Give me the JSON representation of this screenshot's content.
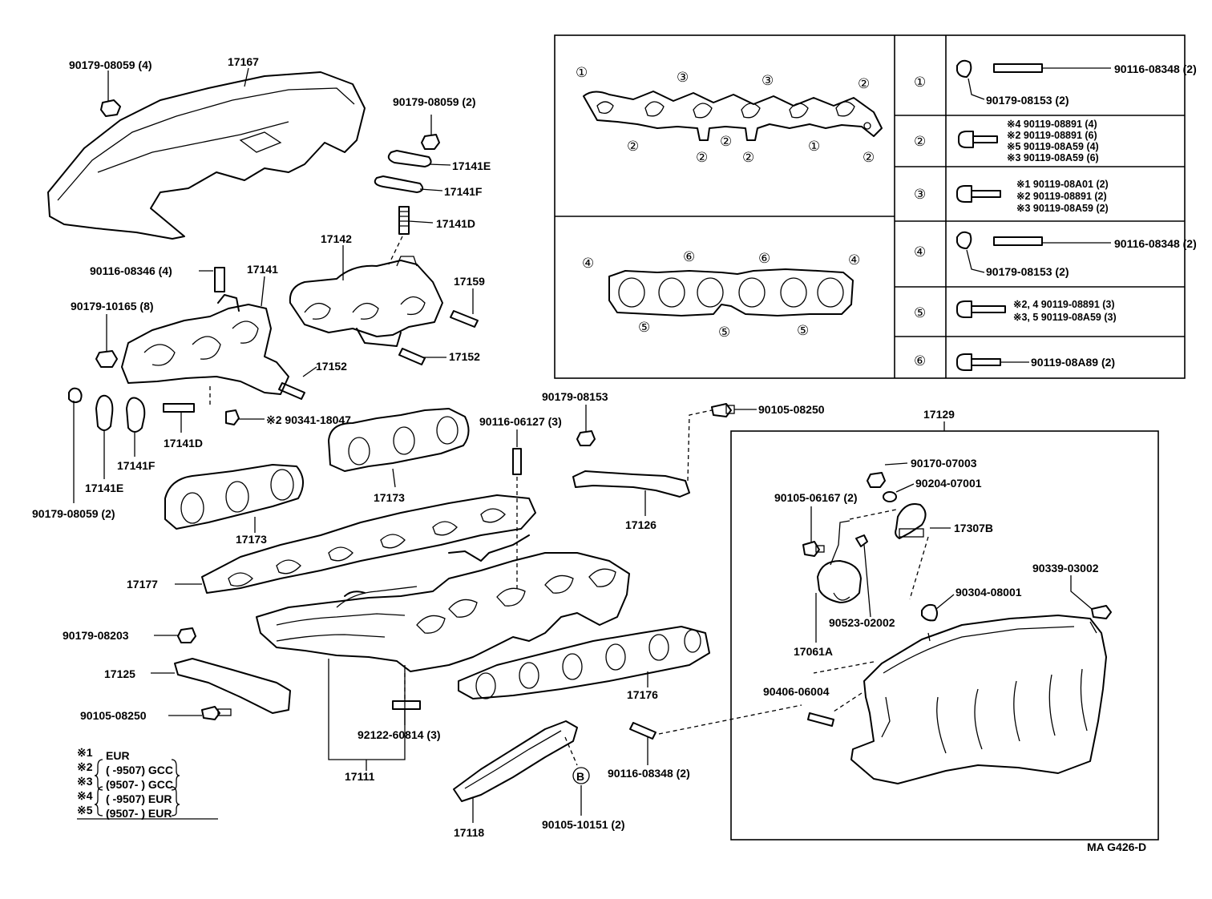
{
  "labels": {
    "p17167": "17167",
    "p90179_08059_4": "90179-08059 (4)",
    "p90179_08059_2a": "90179-08059 (2)",
    "p17141E_a": "17141E",
    "p17141F_a": "17141F",
    "p17141D_a": "17141D",
    "p17142": "17142",
    "p90116_08346": "90116-08346 (4)",
    "p17141": "17141",
    "p17159": "17159",
    "p90179_10165": "90179-10165 (8)",
    "p17152_a": "17152",
    "p17152_b": "17152",
    "p90341_18047": "※2 90341-18047",
    "p17141D_b": "17141D",
    "p17141F_b": "17141F",
    "p17141E_b": "17141E",
    "p90179_08059_2b": "90179-08059 (2)",
    "p90179_08153": "90179-08153",
    "p90116_06127": "90116-06127 (3)",
    "p90105_08250_a": "90105-08250",
    "p17129": "17129",
    "p17173_a": "17173",
    "p17173_b": "17173",
    "p17126": "17126",
    "p17177": "17177",
    "p90179_08203": "90179-08203",
    "p17125": "17125",
    "p90105_08250_b": "90105-08250",
    "p92122_60814": "92122-60814 (3)",
    "p17111": "17111",
    "p17176": "17176",
    "p17118": "17118",
    "p90105_10151": "90105-10151 (2)",
    "p90116_08348_b": "90116-08348 (2)",
    "p90170_07003": "90170-07003",
    "p90105_06167": "90105-06167 (2)",
    "p90204_07001": "90204-07001",
    "p17307B": "17307B",
    "p90339_03002": "90339-03002",
    "p90304_08001": "90304-08001",
    "p90523_02002": "90523-02002",
    "p17061A": "17061A",
    "p90406_06004": "90406-06004",
    "circleB": "B",
    "diagram_code": "MA G426-D"
  },
  "gasket_markers": {
    "upper": [
      "①",
      "③",
      "③",
      "②",
      "②",
      "②",
      "②",
      "②",
      "①",
      "②"
    ],
    "lower": [
      "④",
      "⑥",
      "⑥",
      "④",
      "⑤",
      "⑤",
      "⑤"
    ]
  },
  "fastener_table": {
    "rows": [
      {
        "key": "①",
        "lines": [
          "90116-08348 (2)",
          "90179-08153 (2)"
        ]
      },
      {
        "key": "②",
        "lines": [
          "※4  90119-08891 (4)",
          "※2  90119-08891 (6)",
          "※5  90119-08A59 (4)",
          "※3  90119-08A59 (6)"
        ]
      },
      {
        "key": "③",
        "lines": [
          "※1  90119-08A01 (2)",
          "※2  90119-08891 (2)",
          "※3  90119-08A59 (2)"
        ]
      },
      {
        "key": "④",
        "lines": [
          "90116-08348 (2)",
          "90179-08153 (2)"
        ]
      },
      {
        "key": "⑤",
        "lines": [
          "※2, 4  90119-08891 (3)",
          "※3, 5  90119-08A59 (3)"
        ]
      },
      {
        "key": "⑥",
        "lines": [
          "90119-08A89 (2)"
        ]
      }
    ]
  },
  "legend": [
    {
      "mark": "※1",
      "text": "EUR"
    },
    {
      "mark": "※2",
      "text": "(        -9507) GCC"
    },
    {
      "mark": "※3",
      "text": "(9507-        ) GCC"
    },
    {
      "mark": "※4",
      "text": "(        -9507) EUR"
    },
    {
      "mark": "※5",
      "text": "(9507-        ) EUR"
    }
  ]
}
